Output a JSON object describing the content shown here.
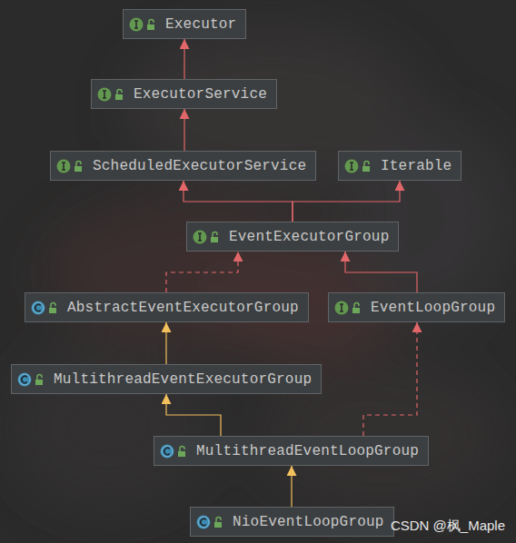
{
  "diagram": {
    "nodes": [
      {
        "text": [
          "Executor"
        ]
      },
      {
        "text": [
          "ExecutorService"
        ]
      },
      {
        "text": [
          "ScheduledExecutorService"
        ]
      },
      {
        "text": [
          "Iterable"
        ]
      },
      {
        "text": [
          "EventExecutorGroup"
        ]
      },
      {
        "text": [
          "AbstractEventExecutorGroup"
        ]
      },
      {
        "text": [
          "EventLoopGroup"
        ]
      },
      {
        "text": [
          "MultithreadEventExecutorGroup"
        ]
      },
      {
        "text": [
          "MultithreadEventLoopGroup"
        ]
      },
      {
        "text": [
          "NioEventLoopGroup"
        ]
      }
    ],
    "edges": [
      {
        "from": 1,
        "to": 0,
        "arrow": "to"
      },
      {
        "from": 2,
        "to": 1,
        "arrow": "to"
      },
      {
        "from": 4,
        "to": 2,
        "arrow": "to"
      },
      {
        "from": 4,
        "to": 3,
        "arrow": "to"
      },
      {
        "from": 5,
        "to": 4,
        "arrow": "to"
      },
      {
        "from": 6,
        "to": 4,
        "arrow": "to"
      },
      {
        "from": 7,
        "to": 5,
        "arrow": "to"
      },
      {
        "from": 8,
        "to": 7,
        "arrow": "to"
      },
      {
        "from": 8,
        "to": 6,
        "arrow": "to"
      },
      {
        "from": 9,
        "to": 8,
        "arrow": "to"
      }
    ],
    "labels": [
      "CSDN @枫_Maple"
    ]
  }
}
